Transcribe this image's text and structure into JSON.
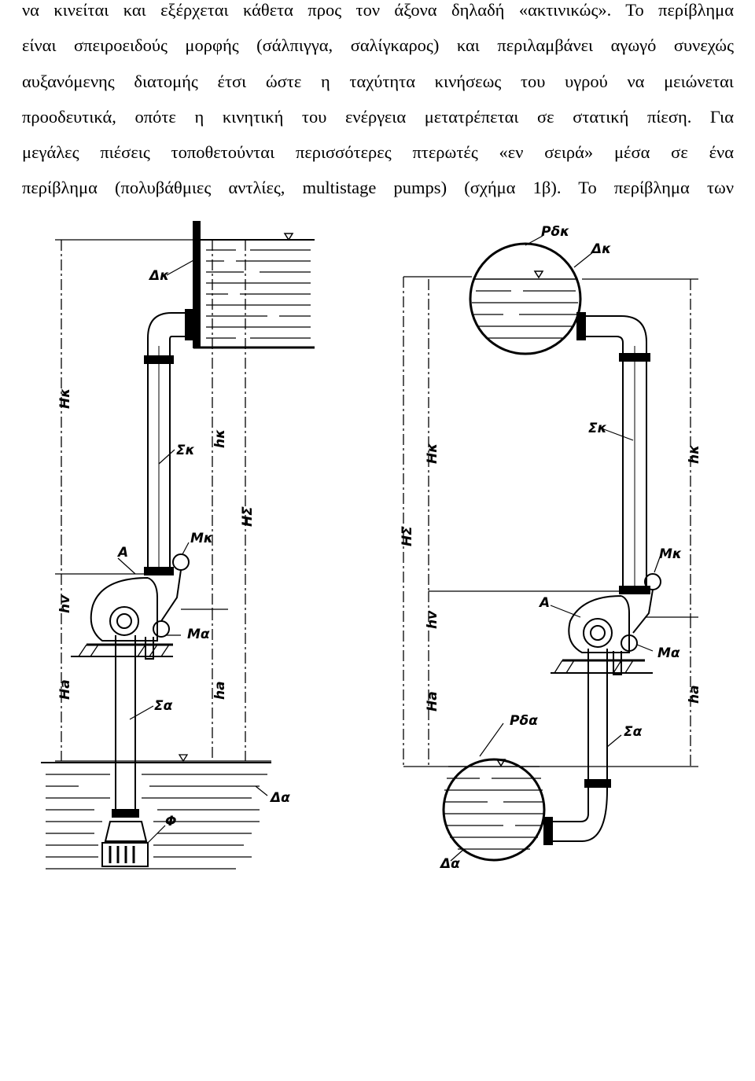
{
  "paragraph": {
    "lines": [
      "να κινείται και εξέρχεται κάθετα προς τον άξονα δηλαδή «ακτινικώς». Το περίβλημα",
      "είναι σπειροειδούς μορφής (σάλπιγγα, σαλίγκαρος) και περιλαμβάνει αγωγό συνεχώς",
      "αυξανόμενης διατομής έτσι ώστε η ταχύτητα κινήσεως του υγρού να μειώνεται",
      "προοδευτικά, οπότε η κινητική του ενέργεια μετατρέπεται σε στατική πίεση. Για",
      "μεγάλες πιέσεις τοποθετούνται περισσότερες πτερωτές «εν σειρά» μέσα σε ένα",
      "περίβλημα (πολυβάθμιες αντλίες, multistage pumps) (σχήμα 1β). Το περίβλημα των"
    ]
  },
  "figure_left": {
    "labels": {
      "Dk": "Δκ",
      "Sk": "Σκ",
      "Mk": "Μκ",
      "A": "Α",
      "Ma": "Μα",
      "Sa": "Σα",
      "Da": "Δα",
      "F": "Φ",
      "Hk": "Hκ",
      "hk": "hκ",
      "HS": "HΣ",
      "hv": "hv",
      "Ha": "Ha",
      "ha": "ha"
    }
  },
  "figure_right": {
    "labels": {
      "Rdk": "Ρδκ",
      "Dk": "Δκ",
      "Sk": "Σκ",
      "Mk": "Μκ",
      "A": "Α",
      "Ma": "Μα",
      "Rda": "Ρδα",
      "Sa": "Σα",
      "Da": "Δα",
      "Hk": "Hκ",
      "hk": "hκ",
      "HS": "HΣ",
      "hv": "hv",
      "Ha": "Ha",
      "ha": "ha"
    }
  }
}
